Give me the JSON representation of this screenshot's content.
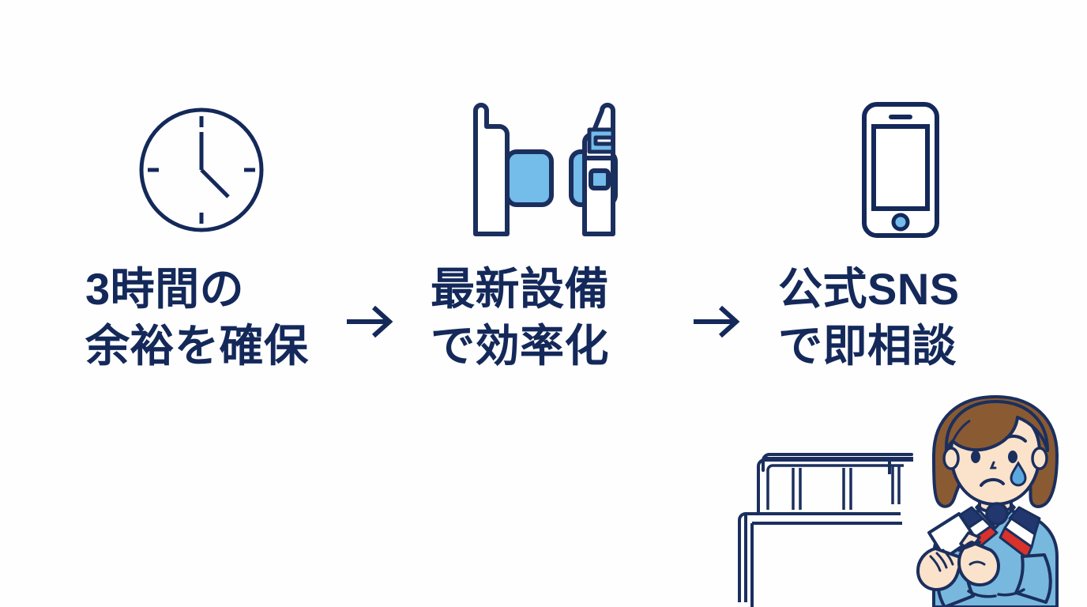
{
  "page": {
    "background_color": "#ffffff",
    "type": "infographic-slide",
    "language": "ja"
  },
  "theme": {
    "navy": "#14295A",
    "navy_outline": "#1B2F5E",
    "light_blue": "#74BCEA",
    "uniform_blue": "#78B8DE",
    "hair_brown": "#8A5A33",
    "skin": "#FBE2CB",
    "scarf_red": "#D8322A",
    "scarf_navy": "#21376E",
    "tear_blue": "#5BA9E0",
    "white": "#FFFFFF"
  },
  "steps": [
    {
      "id": "step-1",
      "icon": "clock-icon",
      "icon_label": "clock",
      "lines": [
        "3時間の",
        "余裕を確保"
      ],
      "text": "3時間の余裕を確保"
    },
    {
      "id": "step-2",
      "icon": "ticket-gate-icon",
      "icon_label": "automatic ticket gate",
      "lines": [
        "最新設備",
        "で効率化"
      ],
      "text": "最新設備で効率化"
    },
    {
      "id": "step-3",
      "icon": "smartphone-icon",
      "icon_label": "smartphone",
      "lines": [
        "公式SNS",
        "で即相談"
      ],
      "text": "公式SNSで即相談"
    }
  ],
  "connectors": [
    {
      "id": "arrow-1",
      "glyph": "→",
      "name": "right-arrow"
    },
    {
      "id": "arrow-2",
      "glyph": "→",
      "name": "right-arrow"
    }
  ],
  "illustration": {
    "name": "worried-station-attendant-illustration",
    "description": "Woman in blue uniform with tricolor scarf crying while looking at a phone, standing behind a station counter railing",
    "elements": [
      "counter-railing",
      "woman-figure",
      "tear-drop",
      "held-phone",
      "pointing-hand"
    ]
  }
}
